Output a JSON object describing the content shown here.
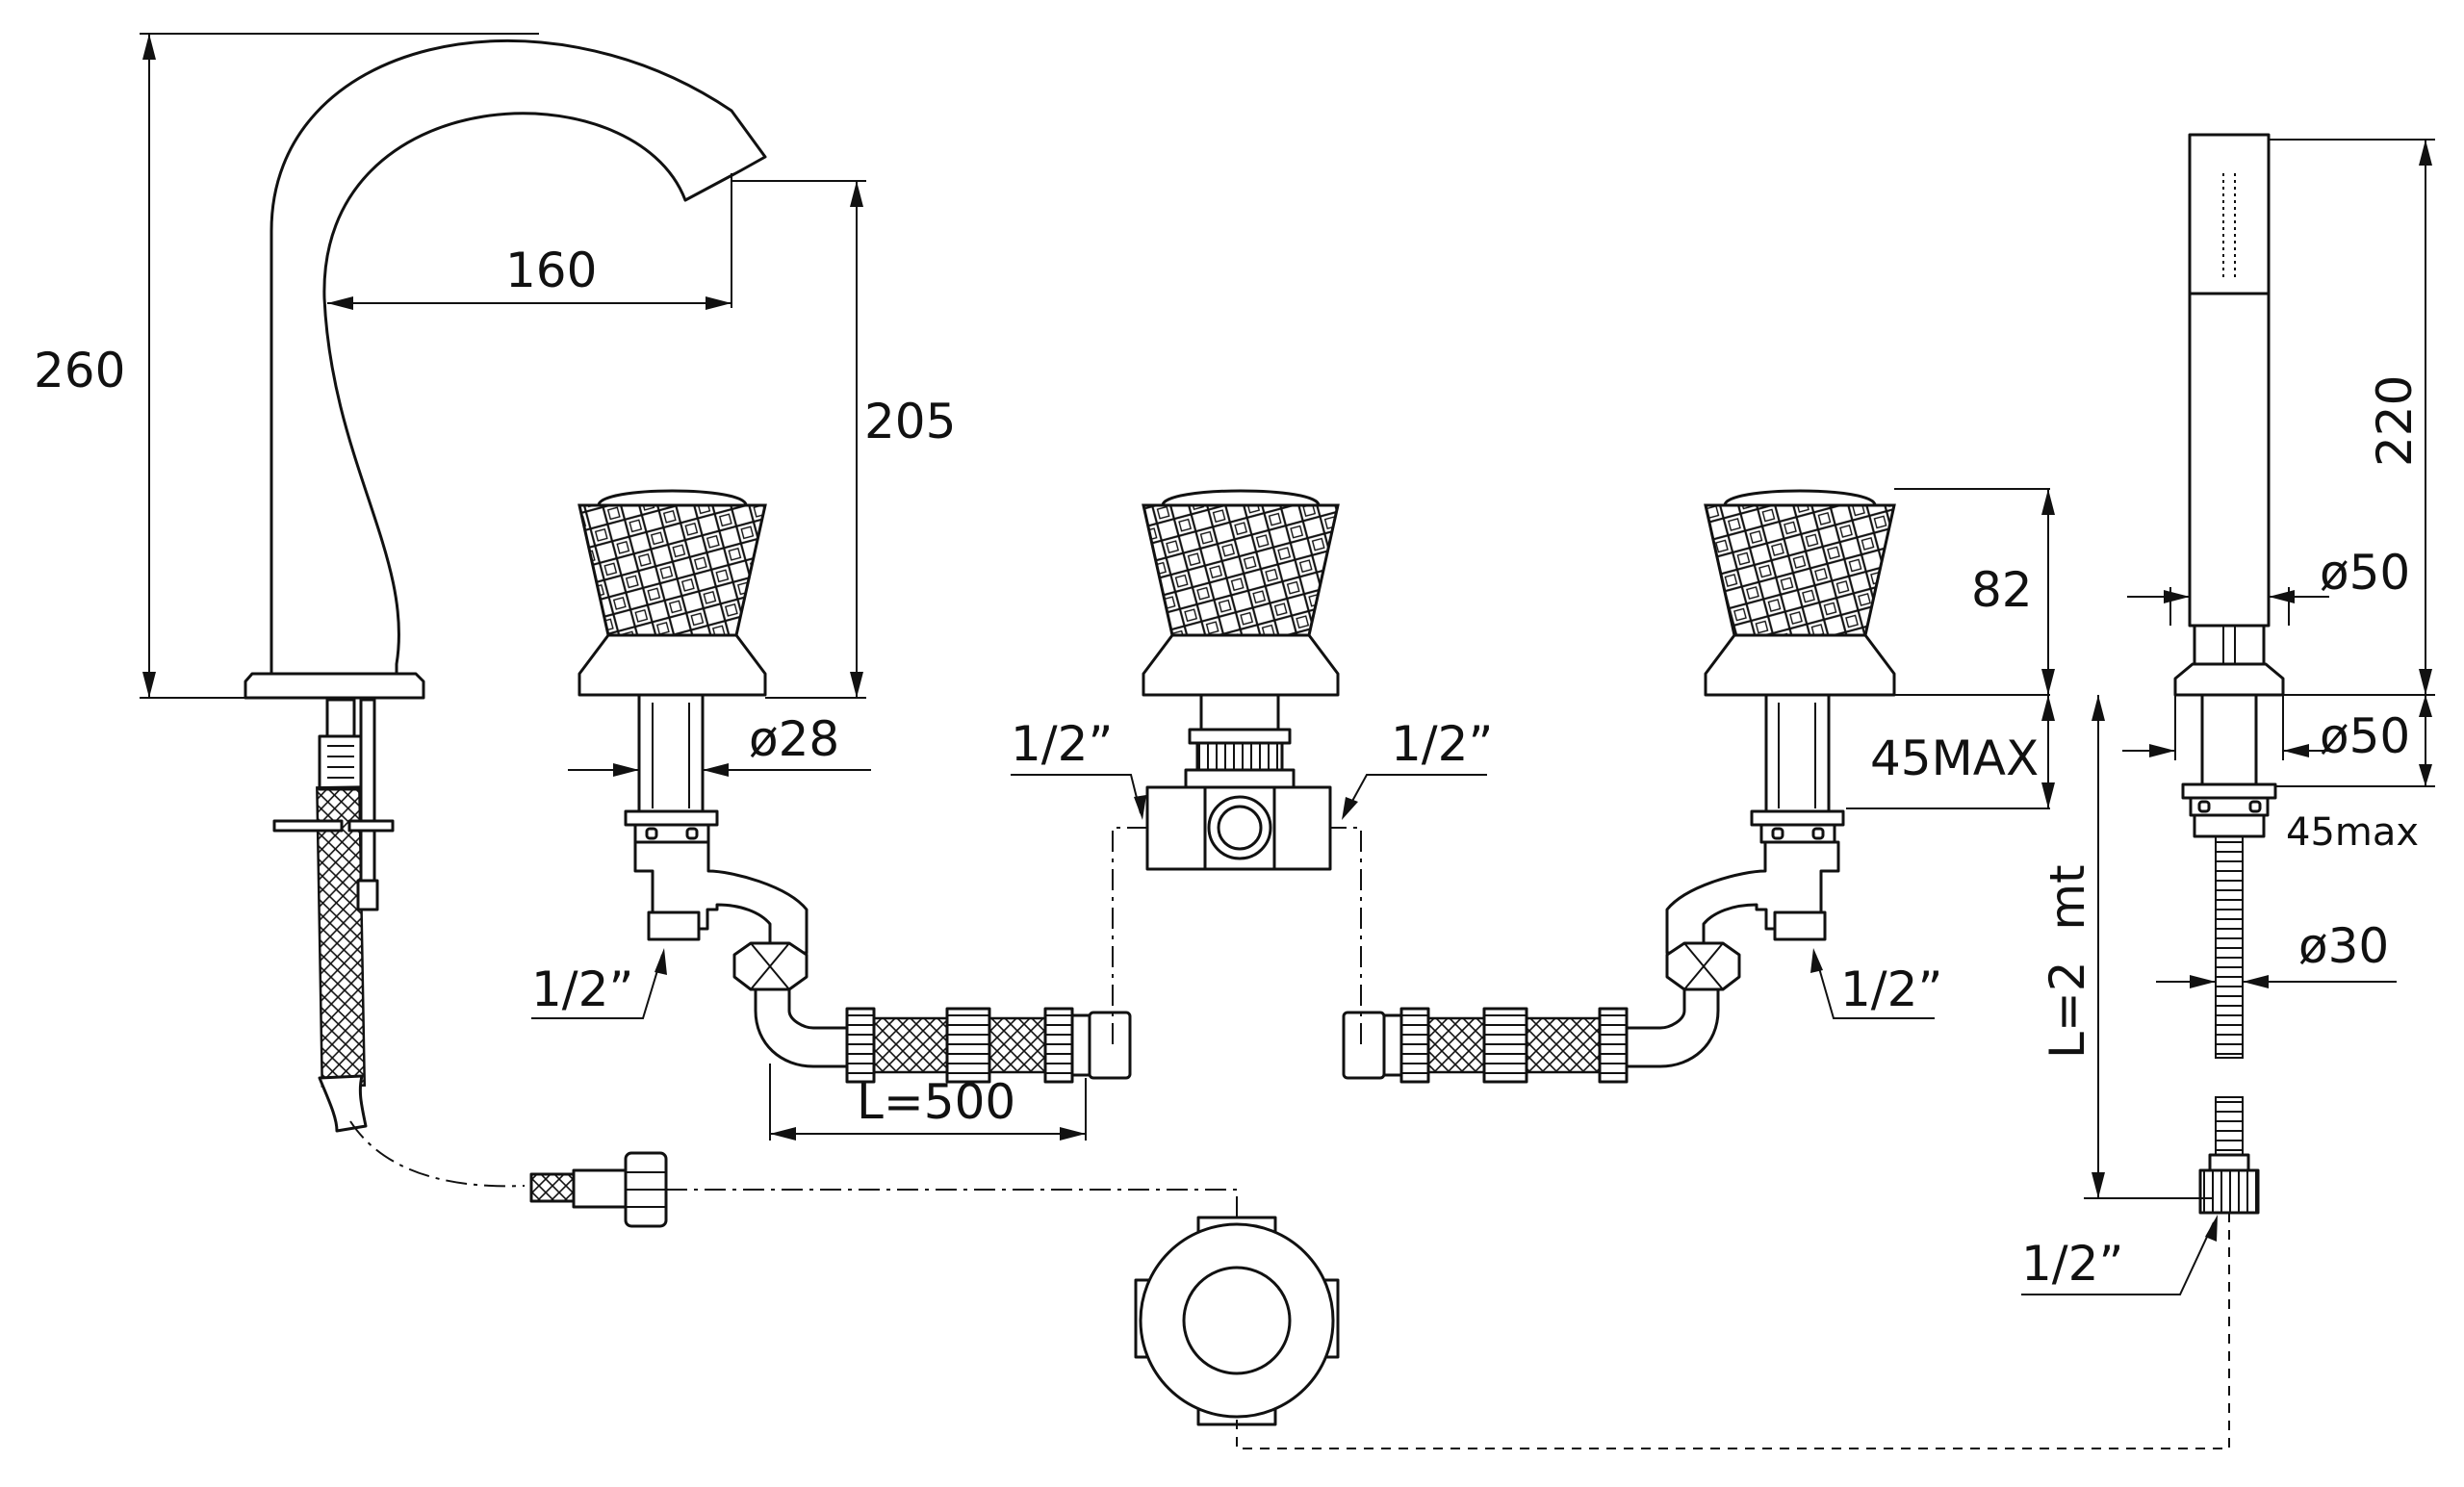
{
  "drawing": {
    "spout": {
      "height": "260",
      "reach": "160",
      "outlet_height": "205"
    },
    "handles": {
      "height": "82",
      "deck_thickness": "45MAX",
      "stem_diameter": "ø28"
    },
    "connections": {
      "left_valve_inlet": "1/2”",
      "right_valve_inlet": "1/2”",
      "diverter_left_port": "1/2”",
      "diverter_right_port": "1/2”",
      "handshower_hose_thread": "1/2”",
      "flex_hose_length": "L=500"
    },
    "handshower": {
      "height": "220",
      "head_diameter": "ø50",
      "base_diameter": "ø50",
      "deck_thickness": "45max",
      "hose_diameter": "ø30",
      "hose_length": "L=2  mt"
    }
  }
}
